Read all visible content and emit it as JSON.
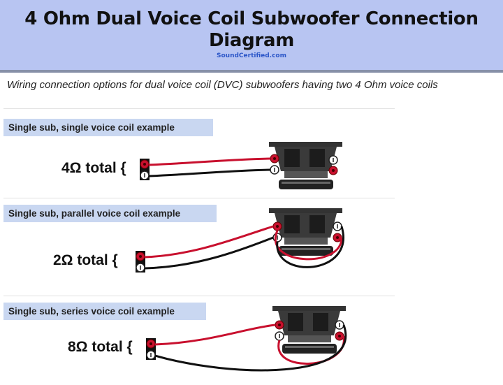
{
  "header": {
    "title": "4 Ohm Dual Voice Coil Subwoofer Connection Diagram",
    "site": "SoundCertified.com"
  },
  "subtitle": "Wiring connection options for dual voice coil (DVC) subwoofers having two 4 Ohm voice coils",
  "sections": [
    {
      "label": "Single sub, single voice coil example",
      "total": "4Ω total {"
    },
    {
      "label": "Single sub, parallel voice coil example",
      "total": "2Ω total {"
    },
    {
      "label": "Single sub, series voice coil example",
      "total": "8Ω total {"
    }
  ],
  "colors": {
    "header_bg": "#b8c5f2",
    "label_bg": "#c9d7f1",
    "wire_positive": "#c8102e",
    "wire_negative": "#111111"
  }
}
